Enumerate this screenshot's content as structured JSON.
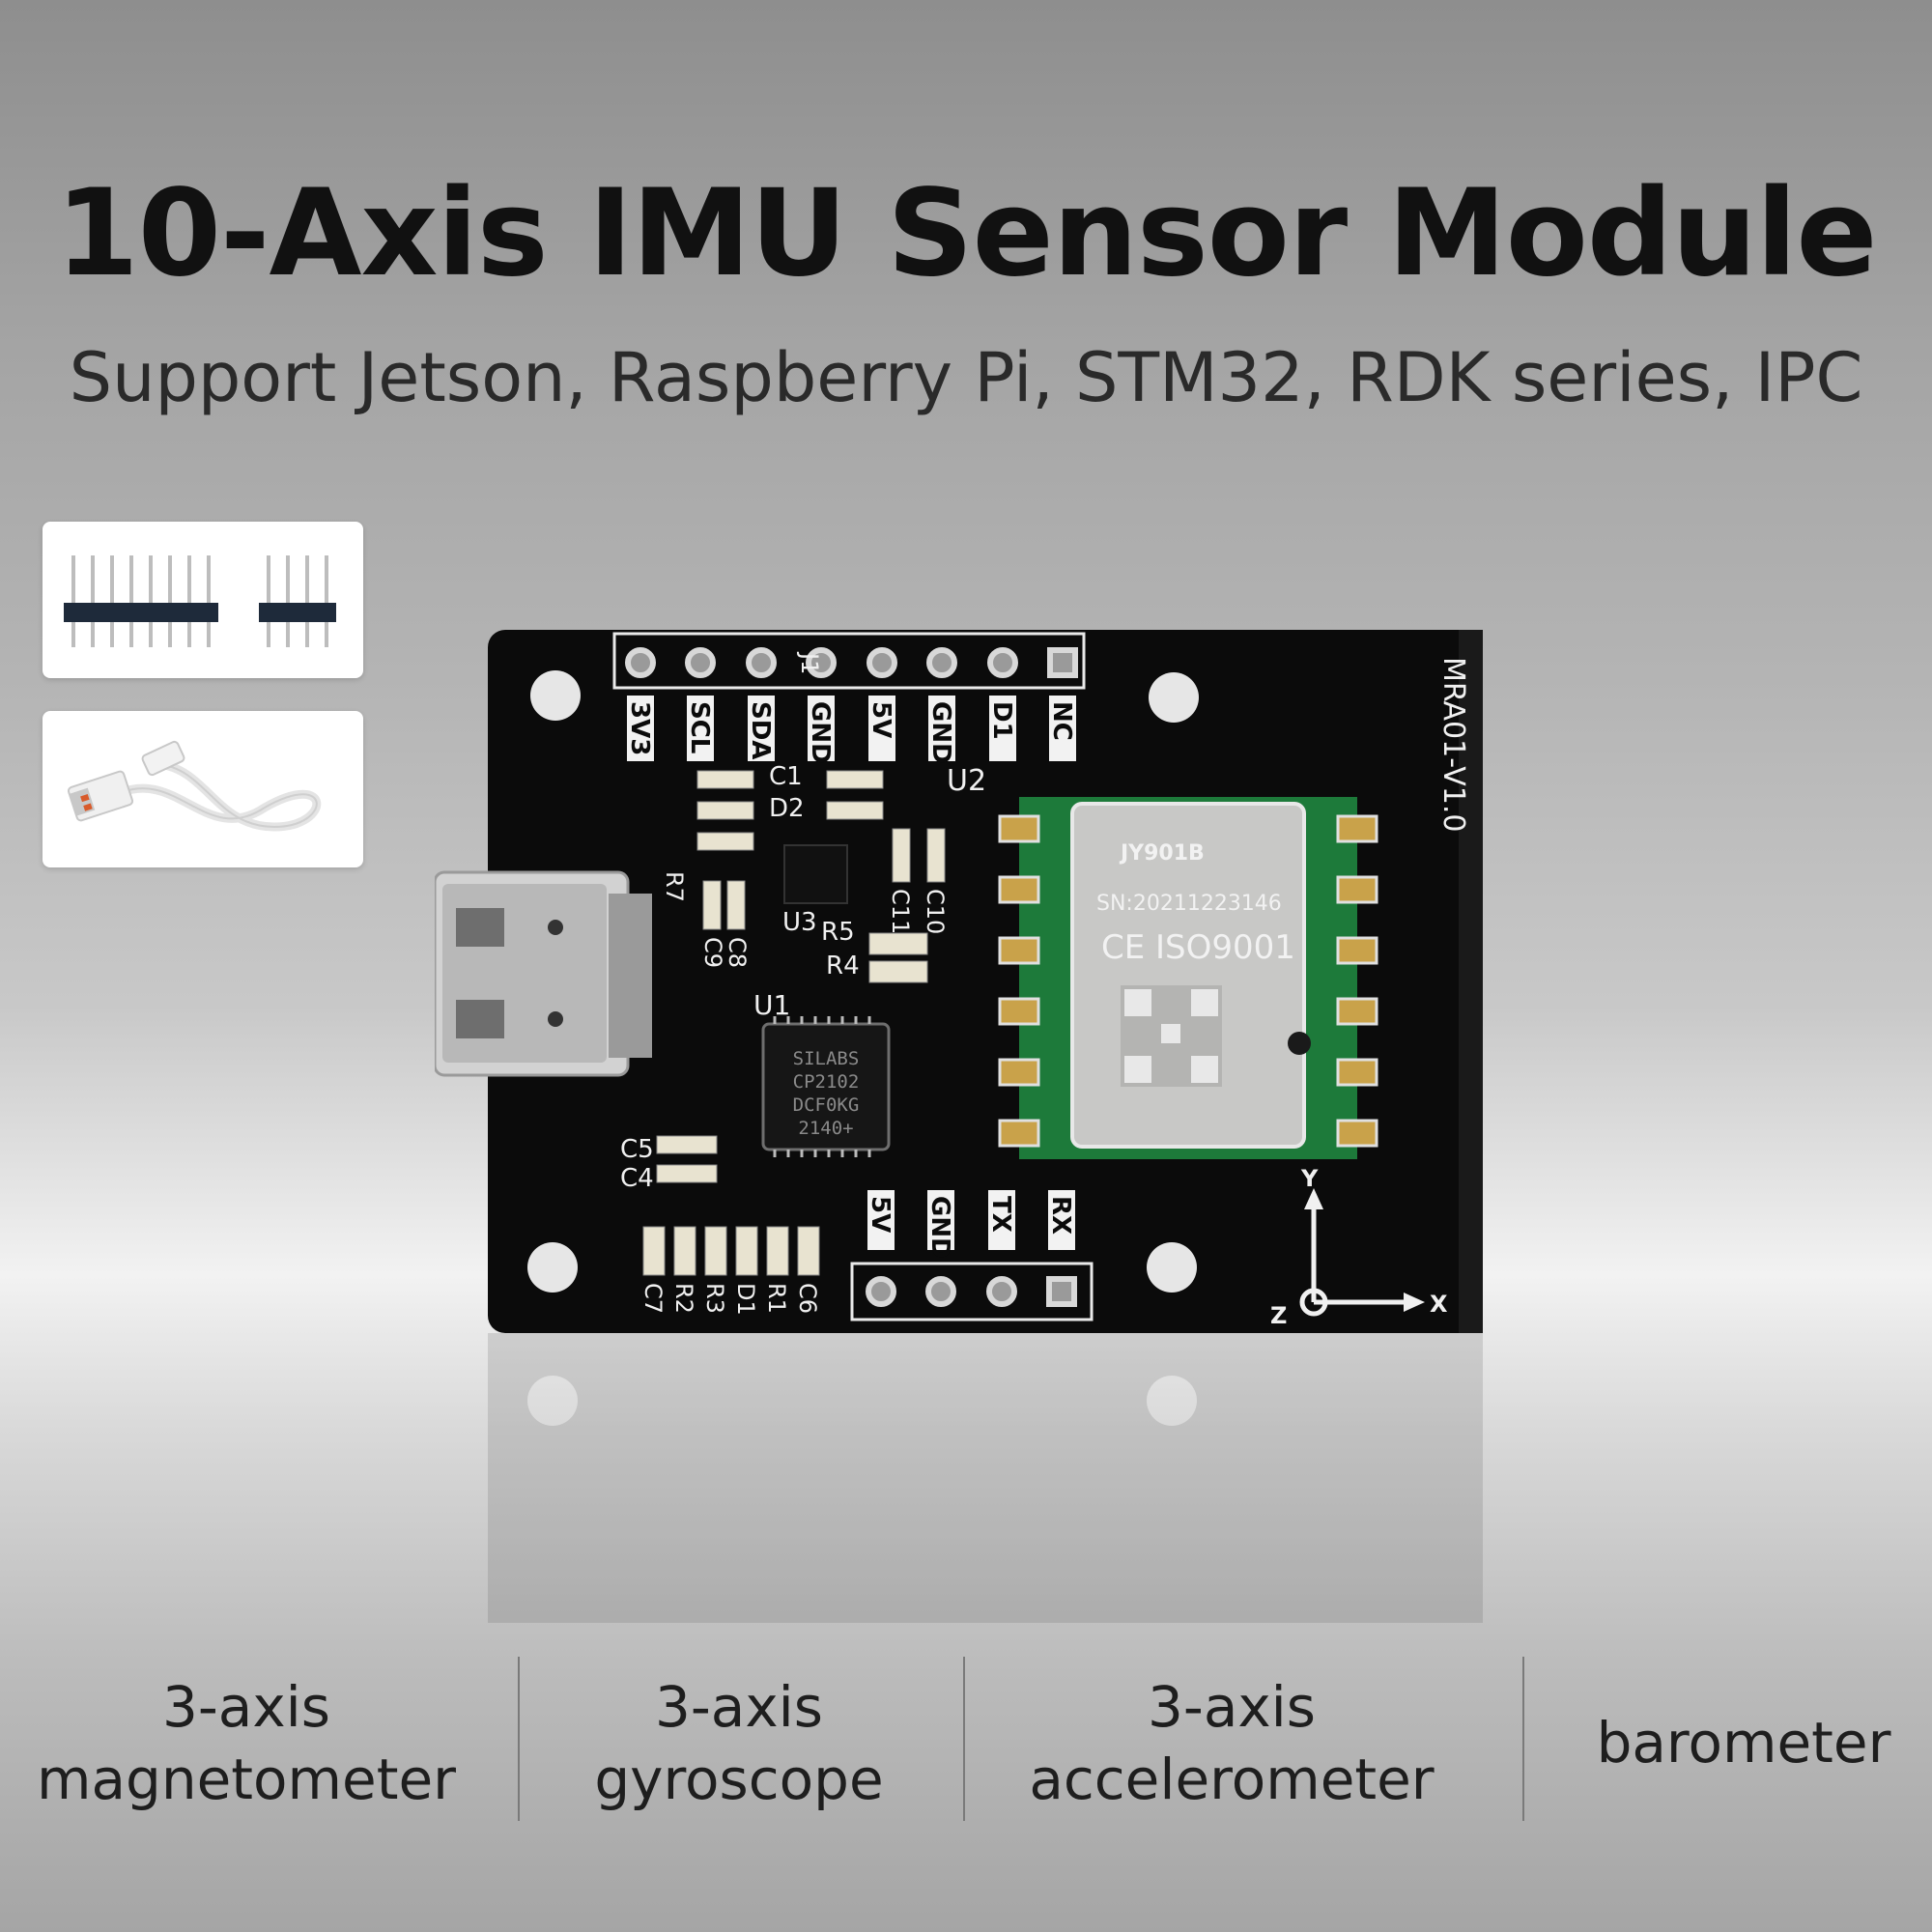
{
  "title": "10-Axis IMU Sensor Module",
  "subtitle": "Support Jetson, Raspberry Pi, STM32, RDK series, IPC",
  "accessories": [
    {
      "name": "pin-headers"
    },
    {
      "name": "usb-cable"
    }
  ],
  "board": {
    "top_header_pins": [
      "3V3",
      "SCL",
      "SDA",
      "GND",
      "5V",
      "GND",
      "D1",
      "NC"
    ],
    "header_ref": "J1",
    "bottom_header_pins": [
      "5V",
      "GND",
      "TX",
      "RX"
    ],
    "board_version": "MRA01-V1.0",
    "module": {
      "brand_name": "JY901B",
      "serial": "SN:20211223146",
      "cert": "CE ISO9001"
    },
    "chip": {
      "ref": "U1",
      "lines": [
        "SILABS",
        "CP2102",
        "DCF0KG",
        "2140+"
      ]
    },
    "labels": {
      "u2": "U2",
      "u3": "U3",
      "c1": "C1",
      "d2": "D2",
      "r7": "R7",
      "c9": "C9",
      "c8": "C8",
      "r5": "R5",
      "r4": "R4",
      "c11": "C11",
      "c10": "C10",
      "c5": "C5",
      "c4": "C4",
      "c7": "C7",
      "r2": "R2",
      "r3": "R3",
      "d1": "D1",
      "r1": "R1",
      "c6": "C6"
    },
    "axes": {
      "x": "X",
      "y": "Y",
      "z": "Z"
    }
  },
  "features": [
    {
      "text": "3-axis\nmagnetometer"
    },
    {
      "text": "3-axis\ngyroscope"
    },
    {
      "text": "3-axis\naccelerometer"
    },
    {
      "text": "barometer"
    }
  ]
}
